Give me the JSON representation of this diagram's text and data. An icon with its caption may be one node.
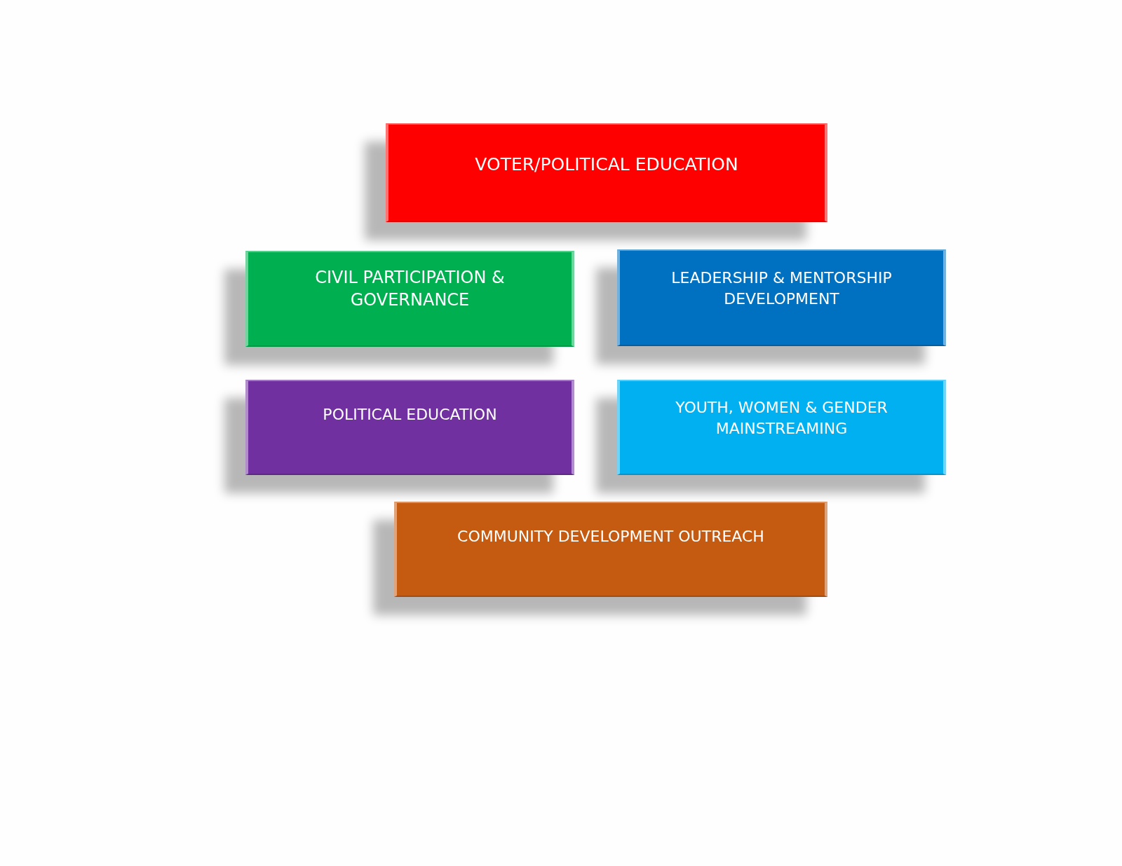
{
  "diagram": {
    "nodes": [
      {
        "text": [
          "VOTER/POLITICAL EDUCATION"
        ]
      },
      {
        "text": [
          "CIVIL PARTICIPATION & GOVERNANCE"
        ]
      },
      {
        "text": [
          "LEADERSHIP & MENTORSHIP DEVELOPMENT"
        ]
      },
      {
        "text": [
          "POLITICAL EDUCATION"
        ]
      },
      {
        "text": [
          "YOUTH, WOMEN & GENDER MAINSTREAMING"
        ]
      },
      {
        "text": [
          "COMMUNITY DEVELOPMENT OUTREACH"
        ]
      }
    ],
    "edges": []
  }
}
